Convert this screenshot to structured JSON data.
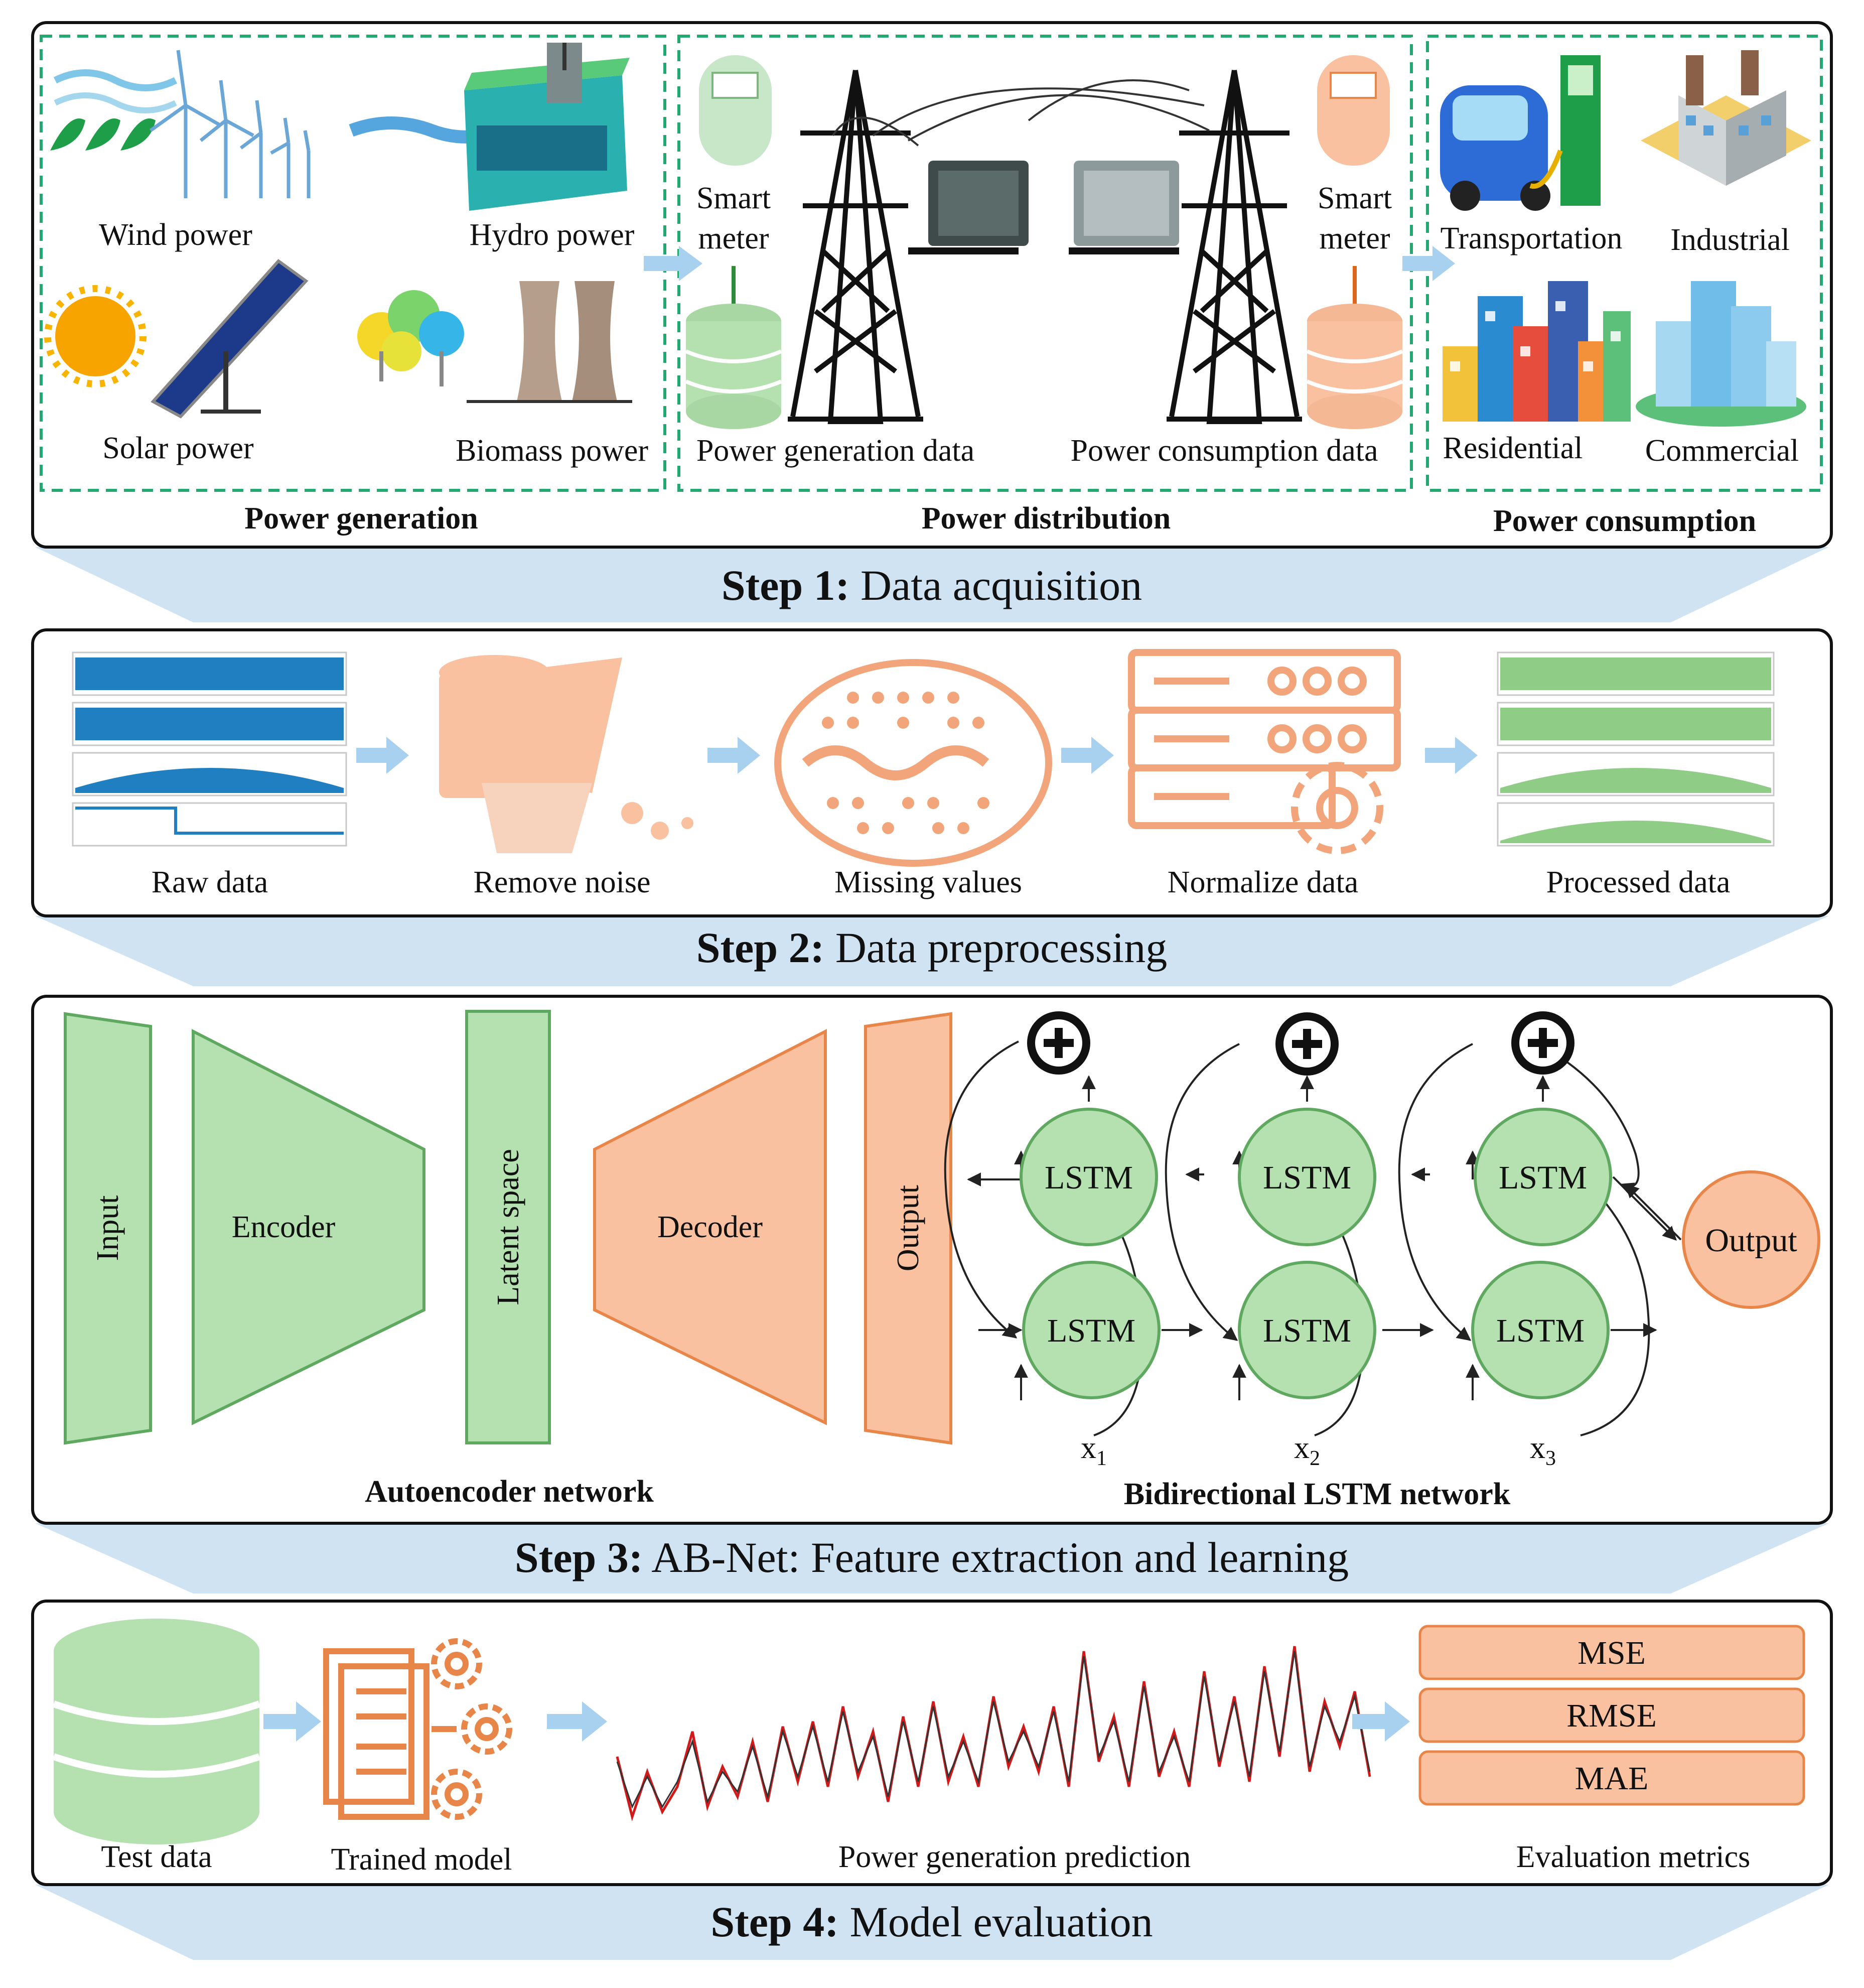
{
  "step1": {
    "title_bold": "Step 1:",
    "title_rest": " Data acquisition",
    "generation": {
      "section_label": "Power generation",
      "wind": "Wind power",
      "hydro": "Hydro power",
      "solar": "Solar power",
      "biomass": "Biomass power"
    },
    "distribution": {
      "section_label": "Power distribution",
      "meter_left_1": "Smart",
      "meter_left_2": "meter",
      "meter_right_1": "Smart",
      "meter_right_2": "meter",
      "gen_data": "Power generation data",
      "cons_data": "Power consumption data"
    },
    "consumption": {
      "section_label": "Power consumption",
      "transportation": "Transportation",
      "industrial": "Industrial",
      "residential": "Residential",
      "commercial": "Commercial"
    }
  },
  "step2": {
    "title_bold": "Step 2:",
    "title_rest": " Data preprocessing",
    "raw": "Raw data",
    "noise": "Remove noise",
    "missing": "Missing values",
    "normalize": "Normalize data",
    "processed": "Processed data"
  },
  "step3": {
    "title_bold": "Step 3:",
    "title_rest": " AB-Net: Feature extraction and learning",
    "input": "Input",
    "encoder": "Encoder",
    "latent": "Latent space",
    "decoder": "Decoder",
    "output_ae": "Output",
    "ae_caption": "Autoencoder network",
    "lstm": "LSTM",
    "output_bl": "Output",
    "x1": "x",
    "x1_sub": "1",
    "x2": "x",
    "x2_sub": "2",
    "x3": "x",
    "x3_sub": "3",
    "bl_caption": "Bidirectional LSTM network"
  },
  "step4": {
    "title_bold": "Step 4:",
    "title_rest": " Model evaluation",
    "test": "Test data",
    "trained": "Trained model",
    "prediction": "Power generation prediction",
    "metrics_caption": "Evaluation metrics",
    "metrics": [
      "MSE",
      "RMSE",
      "MAE"
    ]
  },
  "colors": {
    "green_fill": "#b5e0b0",
    "green_stroke": "#5fa860",
    "orange_fill": "#f9c1a0",
    "orange_stroke": "#e8864a",
    "band": "#cfe3f3",
    "dash": "#22a870",
    "arrow": "#a8d0ef"
  }
}
